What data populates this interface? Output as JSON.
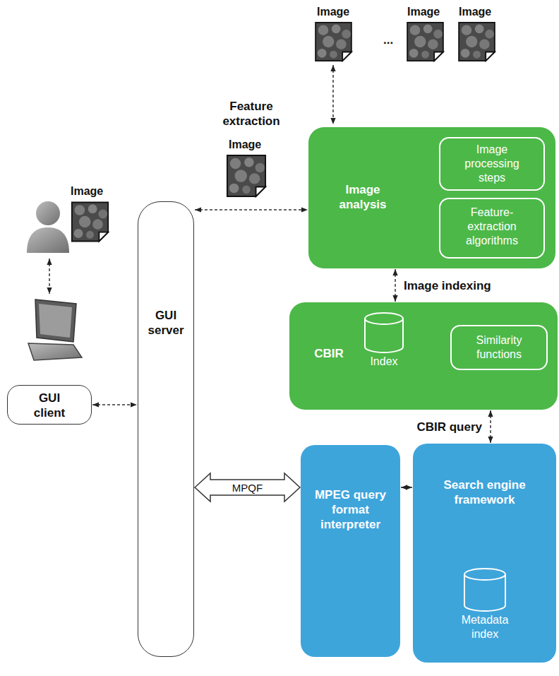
{
  "diagram": {
    "nodes": [
      {
        "text": [
          "GUI client"
        ]
      },
      {
        "text": [
          "GUI server"
        ]
      },
      {
        "text": [
          "Image analysis"
        ]
      },
      {
        "text": [
          "Image processing steps"
        ],
        "in": 2
      },
      {
        "text": [
          "Feature-extraction algorithms"
        ],
        "in": 2
      },
      {
        "text": [
          "CBIR"
        ]
      },
      {
        "text": [
          "Index"
        ],
        "in": 5
      },
      {
        "text": [
          "Similarity functions"
        ],
        "in": 5
      },
      {
        "text": [
          "MPEG query format interpreter"
        ]
      },
      {
        "text": [
          "Search engine framework"
        ]
      },
      {
        "text": [
          "Metadata index"
        ],
        "in": 9
      }
    ],
    "edges": [
      {
        "from": 0,
        "to": 1,
        "arrow": "both"
      },
      {
        "from": 1,
        "to": 2,
        "arrow": "both"
      },
      {
        "from": 2,
        "to": 5,
        "arrow": "both",
        "label": "Image indexing"
      },
      {
        "from": 5,
        "to": 9,
        "arrow": "both",
        "label": "CBIR query"
      },
      {
        "from": 1,
        "to": 8,
        "arrow": "both",
        "label": "MPQF"
      },
      {
        "from": 8,
        "to": 9,
        "arrow": "both"
      }
    ],
    "labels": [
      "Image",
      "Image",
      "Image",
      "...",
      "Feature extraction",
      "Image",
      "Image"
    ]
  }
}
